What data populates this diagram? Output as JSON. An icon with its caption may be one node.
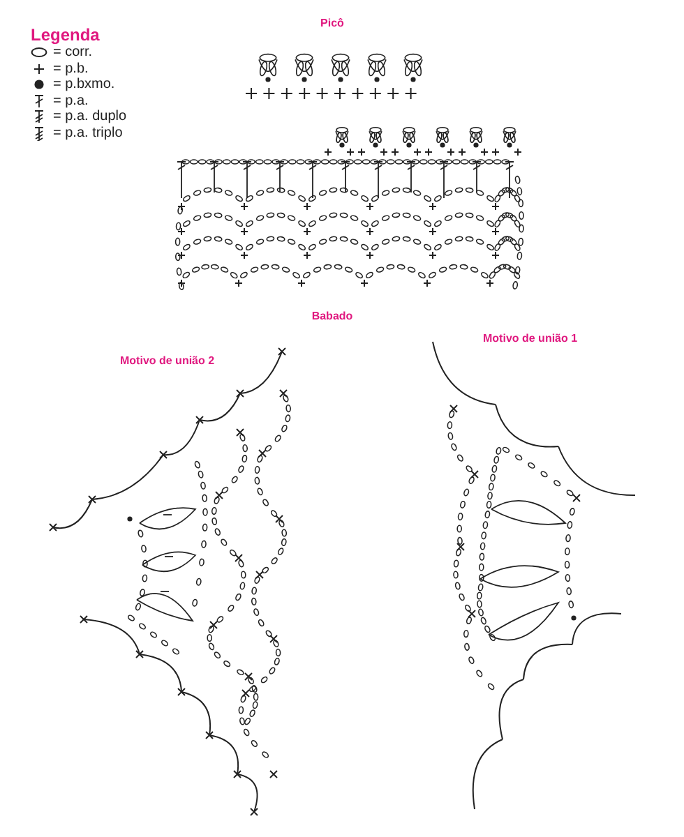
{
  "diagram": {
    "labels": [
      "Legenda",
      "Picô",
      "Babado",
      "Motivo de união 2",
      "Motivo de união 1"
    ],
    "legend": [
      {
        "text": "= corr."
      },
      {
        "text": "= p.b."
      },
      {
        "text": "= p.bxmo."
      },
      {
        "text": "= p.a."
      },
      {
        "text": "= p.a. duplo"
      },
      {
        "text": "= p.a. triplo"
      }
    ]
  }
}
